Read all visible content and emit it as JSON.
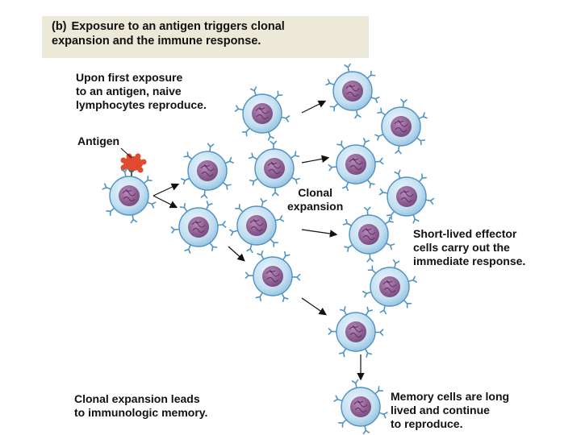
{
  "header": {
    "tag": "(b)",
    "title": "Exposure to an antigen triggers clonal expansion and the immune response."
  },
  "labels": {
    "first_exposure": "Upon first exposure\nto an antigen, naive\nlymphocytes reproduce.",
    "antigen": "Antigen",
    "clonal_expansion": "Clonal\nexpansion",
    "effector": "Short-lived effector\ncells carry out the\nimmediate response.",
    "memory_leads": "Clonal expansion leads\nto immunologic memory.",
    "memory_cells": "Memory cells are long\nlived and continue\nto reproduce."
  },
  "colors": {
    "cell_fill": "#c3dff0",
    "cell_edge": "#4f93c2",
    "nucleus": "#8c5e91",
    "antigen": "#e04a2e",
    "title_band": "#ece9d9"
  }
}
